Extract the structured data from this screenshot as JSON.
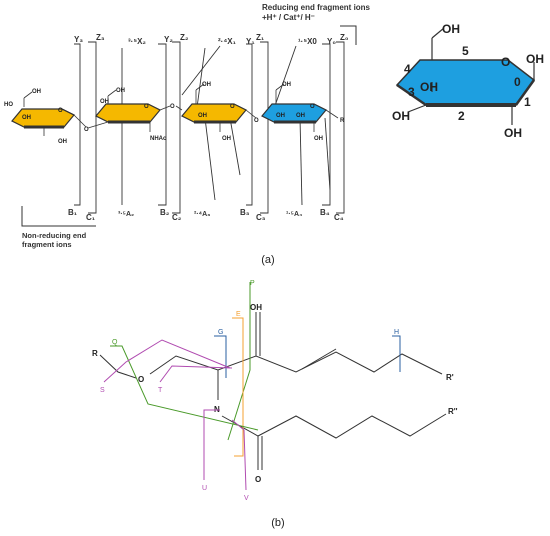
{
  "panel_a": {
    "caption": "(a)",
    "reducing_end_title": "Reducing end fragment ions",
    "reducing_end_sub": "+H⁺ / Cat⁺/ H⁻",
    "non_reducing_line1": "Non-reducing end",
    "non_reducing_line2": "fragment ions",
    "top_labels": [
      "Y₃",
      "Z₃",
      "³·⁵X₂",
      "Y₂",
      "Z₂",
      "²·⁴X₁",
      "Z₁",
      "Y₁",
      "¹·⁵X0",
      "Z₀",
      "Y₀"
    ],
    "bottom_labels": [
      "B₁",
      "C₁",
      "³·⁵A₂",
      "B₂",
      "C₂",
      "²·⁴A₃",
      "B₃",
      "C₃",
      "¹·⁵A₄",
      "B₄",
      "C₄"
    ],
    "ring_labels": [
      "OH",
      "OH",
      "HO",
      "OH",
      "OH",
      "OH",
      "NHAc",
      "OH",
      "OH",
      "OH",
      "OH",
      "OH",
      "OH",
      "OH",
      "R"
    ],
    "ring_oxygens": [
      "O",
      "O",
      "O",
      "O",
      "O",
      "O",
      "O"
    ],
    "ref_ring": {
      "oh_labels": [
        "OH",
        "OH",
        "OH",
        "OH",
        "OH"
      ],
      "ring_o": "O",
      "numbers": [
        "0",
        "1",
        "2",
        "3",
        "4",
        "5"
      ]
    },
    "colors": {
      "yellow": "#F5B800",
      "blue": "#1E9FE0",
      "dark": "#333333"
    }
  },
  "panel_b": {
    "caption": "(b)",
    "atoms": {
      "R": "R",
      "O": "O",
      "N": "N",
      "OH": "OH",
      "O2": "O",
      "R1": "R'",
      "R2": "R''"
    },
    "cleavages": [
      {
        "label": "P",
        "color": "#4A9A2A"
      },
      {
        "label": "E",
        "color": "#F5A030"
      },
      {
        "label": "G",
        "color": "#2A5FA0"
      },
      {
        "label": "H",
        "color": "#2A5FA0"
      },
      {
        "label": "Q",
        "color": "#4A9A2A"
      },
      {
        "label": "S",
        "color": "#B04BB0"
      },
      {
        "label": "T",
        "color": "#B04BB0"
      },
      {
        "label": "U",
        "color": "#B04BB0"
      },
      {
        "label": "V",
        "color": "#B04BB0"
      }
    ]
  }
}
